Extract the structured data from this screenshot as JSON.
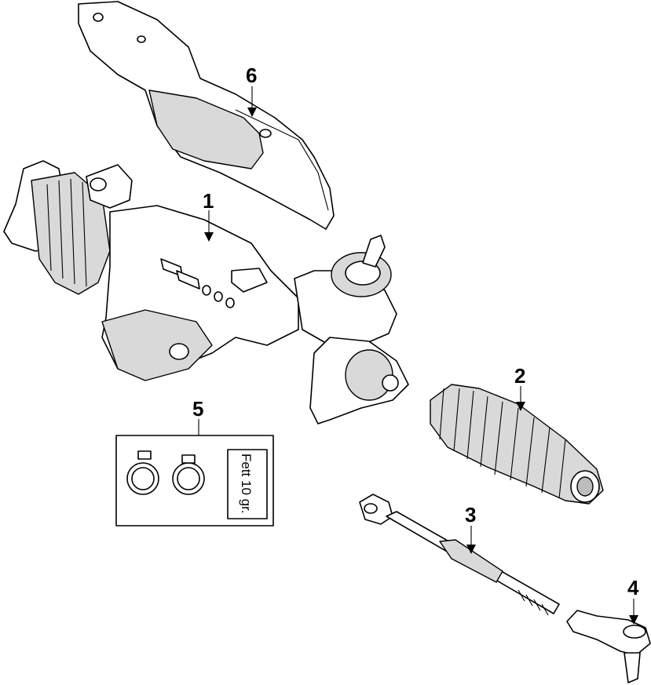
{
  "callouts": [
    {
      "id": "1",
      "label": "1"
    },
    {
      "id": "2",
      "label": "2"
    },
    {
      "id": "3",
      "label": "3"
    },
    {
      "id": "4",
      "label": "4"
    },
    {
      "id": "5",
      "label": "5"
    },
    {
      "id": "6",
      "label": "6"
    }
  ],
  "kit": {
    "grease_label": "Fett 10 gr."
  }
}
